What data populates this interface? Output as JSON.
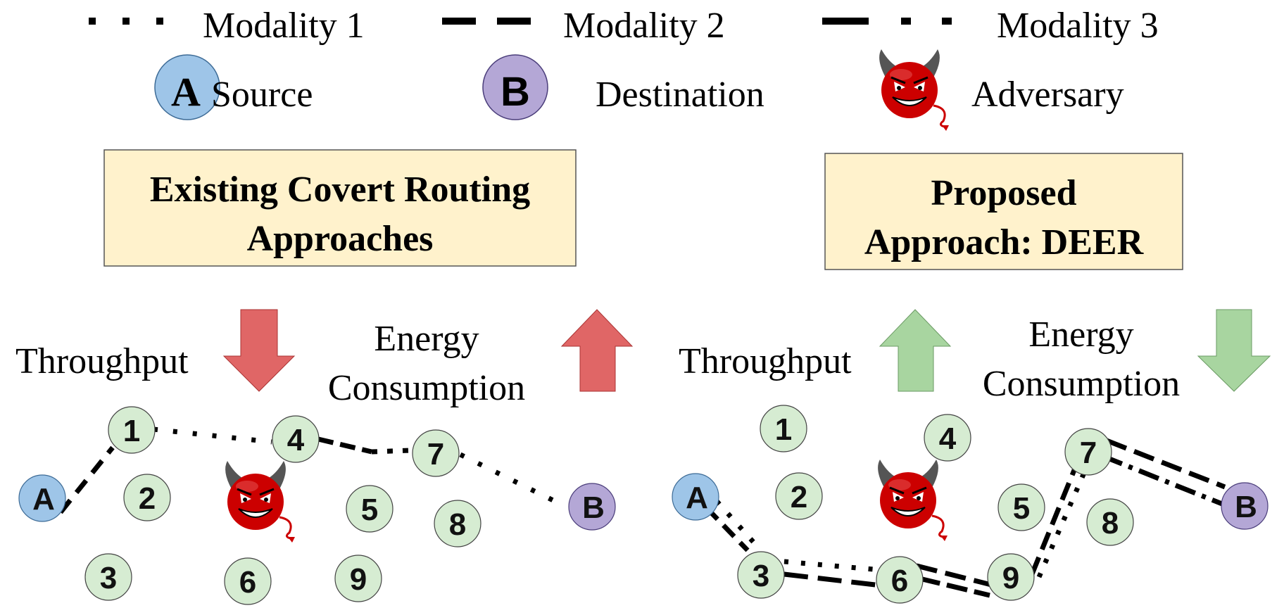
{
  "legend": {
    "modality1": "Modality 1",
    "modality2": "Modality 2",
    "modality3": "Modality 3",
    "source": "Source",
    "destination": "Destination",
    "adversary": "Adversary",
    "source_letter": "A",
    "destination_letter": "B"
  },
  "existing": {
    "title_line1": "Existing Covert Routing",
    "title_line2": "Approaches",
    "throughput": "Throughput",
    "energy_line1": "Energy",
    "energy_line2": "Consumption",
    "throughput_trend": "down",
    "energy_trend": "up"
  },
  "proposed": {
    "title_line1": "Proposed",
    "title_line2": "Approach: DEER",
    "throughput": "Throughput",
    "energy_line1": "Energy",
    "energy_line2": "Consumption",
    "throughput_trend": "up",
    "energy_trend": "down"
  },
  "nodes": {
    "n1": "1",
    "n2": "2",
    "n3": "3",
    "n4": "4",
    "n5": "5",
    "n6": "6",
    "n7": "7",
    "n8": "8",
    "n9": "9",
    "a": "A",
    "b": "B"
  },
  "colors": {
    "relay_node": "#d6ecd2",
    "source_node": "#9ec5e8",
    "destination_node": "#b4a7d6",
    "title_box": "#fff2cc",
    "arrow_bad": "#e06666",
    "arrow_good": "#a8d5a0",
    "adversary": "#cc0000"
  },
  "icons": {
    "adversary": "devil-icon",
    "arrow_up": "up-arrow-icon",
    "arrow_down": "down-arrow-icon"
  }
}
